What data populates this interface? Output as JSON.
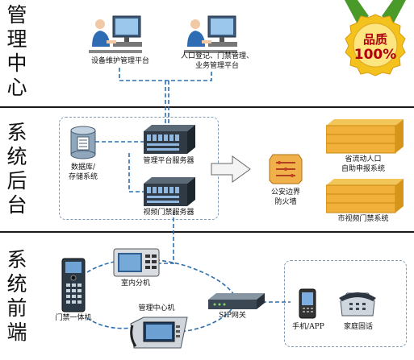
{
  "bands": {
    "top": "管\n理\n中\n心",
    "middle": "系\n统\n后\n台",
    "bottom": "系\n统\n前\n端"
  },
  "badge": {
    "line1": "品质",
    "line2": "100%"
  },
  "nodes": {
    "device_platform": "设备维护管理平台",
    "population_line1": "人口登记、门禁管理、",
    "population_line2": "业务管理平台",
    "database_line1": "数据库/",
    "database_line2": "存储系统",
    "mgmt_server": "管理平台服务器",
    "video_server": "视频门禁服务器",
    "firewall_line1": "公安边界",
    "firewall_line2": "防火墙",
    "province_line1": "省流动人口",
    "province_line2": "自助申报系统",
    "city_system": "市视频门禁系统",
    "indoor_unit": "室内分机",
    "door_unit": "门禁一体机",
    "center_unit": "管理中心机",
    "sip_gateway": "SIP网关",
    "mobile_app": "手机/APP",
    "home_phone": "家庭固话"
  },
  "colors": {
    "wire": "#2b6fb0",
    "divider": "#1a1a1a",
    "badge_red": "#b00010",
    "badge_gold": "#f3c21d",
    "badge_green": "#4a9a2a"
  }
}
